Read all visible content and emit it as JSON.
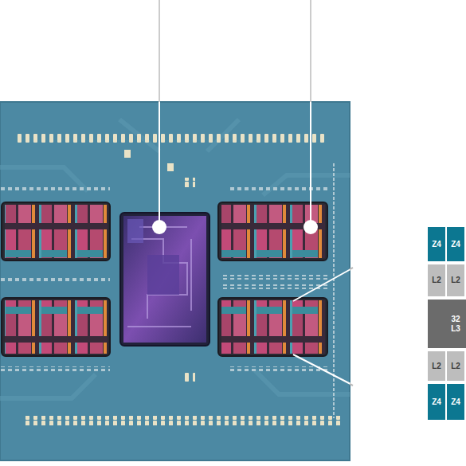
{
  "diagram": {
    "nodes": [
      {
        "text": [
          "Z4"
        ]
      },
      {
        "text": [
          "Z4"
        ]
      },
      {
        "text": [
          "L2"
        ]
      },
      {
        "text": [
          "L2"
        ]
      },
      {
        "text": [
          "32 L3"
        ]
      },
      {
        "text": [
          "L2"
        ]
      },
      {
        "text": [
          "L2"
        ]
      },
      {
        "text": [
          "Z4"
        ]
      },
      {
        "text": [
          "Z4"
        ]
      }
    ]
  }
}
